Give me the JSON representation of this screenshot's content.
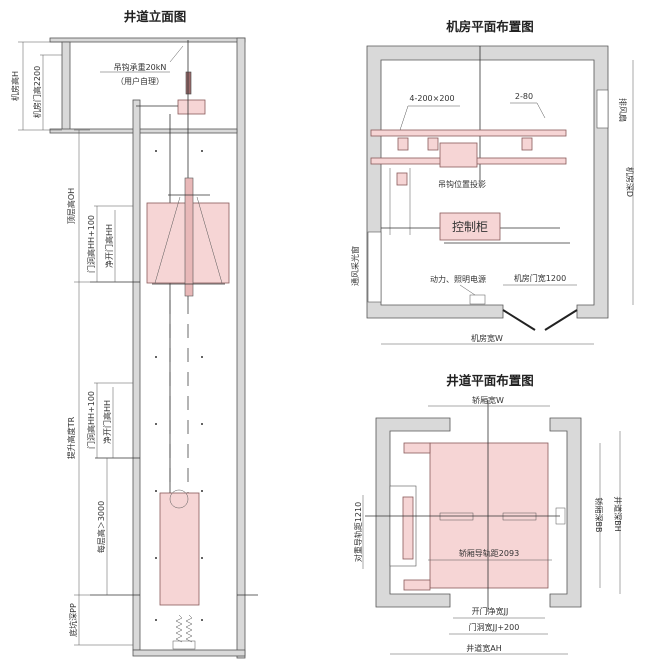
{
  "elevation": {
    "title": "井道立面图",
    "hook_load": "吊钩承重20kN",
    "hook_note": "（用户自理）",
    "machine_room_height": "机房高H",
    "machine_room_door_height": "机房门高2200",
    "top_floor_height": "顶层高OH",
    "door_opening_height_1": "门洞高HH+100",
    "clear_door_height_1": "净开门高HH",
    "door_opening_height_2": "门洞高HH+100",
    "clear_door_height_2": "净开门高HH",
    "travel_height": "提升高度TR",
    "floor_height": "每层高＞3000",
    "pit_depth": "底坑深PP"
  },
  "machine_room": {
    "title": "机房平面布置图",
    "holes": "4-200×200",
    "holes2": "2-80",
    "hook_projection": "吊钩位置投影",
    "control_cabinet": "控制柜",
    "exhaust_fan": "排风扇",
    "vent_window": "通风采光窗",
    "power_supply": "动力、照明电源",
    "door_width": "机房门宽1200",
    "room_width": "机房宽W",
    "room_depth": "机房深D"
  },
  "hoistway": {
    "title": "井道平面布置图",
    "car_width": "轿厢宽W",
    "car_depth": "轿厢深BB",
    "shaft_depth": "井道深BH",
    "cw_rail_distance": "对重导轨距1210",
    "car_rail_distance": "轿厢导轨距2093",
    "clear_door_width": "开门净宽JJ",
    "door_opening_width": "门洞宽JJ+200",
    "shaft_width": "井道宽AH"
  }
}
